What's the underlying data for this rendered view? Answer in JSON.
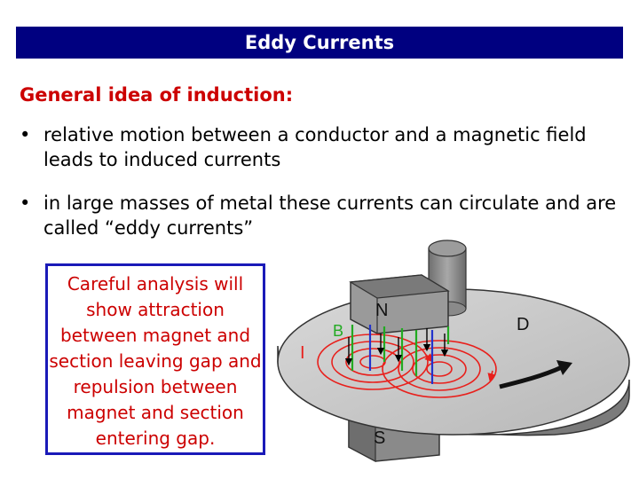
{
  "title": "Eddy Currents",
  "heading": "General idea of induction:",
  "bullets": [
    {
      "marker": "•",
      "text": "relative motion between a conductor and a magnetic field leads to induced currents"
    },
    {
      "marker": "•",
      "text": "in large masses of metal these currents can circulate and are called “eddy currents”"
    }
  ],
  "callout": "Careful analysis will show attraction between magnet and section leaving gap and repulsion between magnet and section entering gap.",
  "diagram": {
    "label_north": "N",
    "label_south": "S",
    "label_disk": "D",
    "label_field": "B",
    "label_current": "I"
  },
  "colors": {
    "title_bar": "#000080",
    "heading": "#cc0000",
    "callout_text": "#cc0000",
    "callout_border": "#1a1ab8",
    "eddy_current": "#e8201c",
    "field_lines": "#22aa22"
  }
}
